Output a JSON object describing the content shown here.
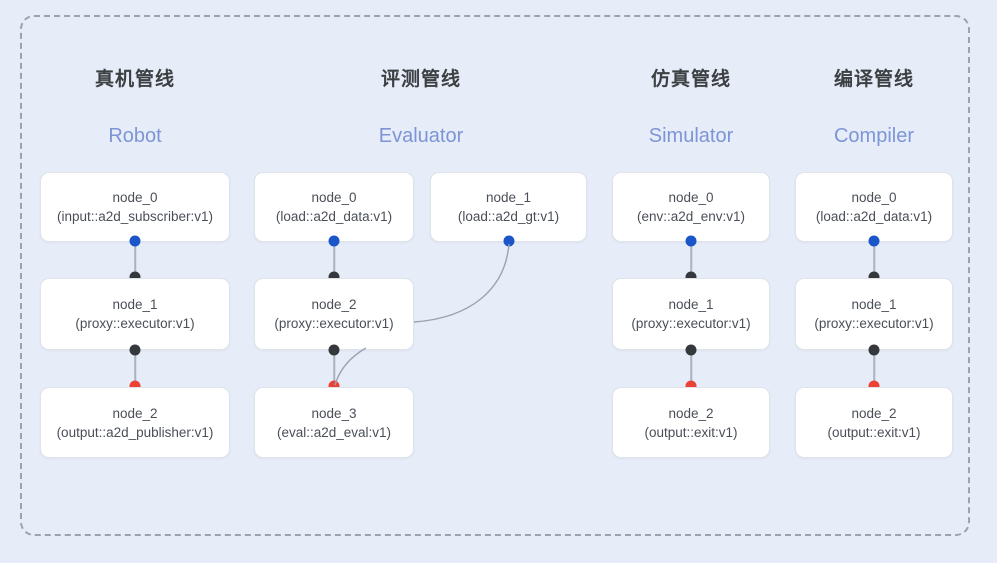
{
  "diagram": {
    "frame_style": "dashed",
    "background_color": "#e6ecf8",
    "card_color": "#ffffff",
    "accent_blue": "#1a56c9",
    "accent_red": "#ea4335",
    "accent_black": "#35383d",
    "subtitle_color": "#7d95d6",
    "title_color": "#3c4043"
  },
  "columns": [
    {
      "title_cn": "真机管线",
      "title_en": "Robot",
      "nodes": [
        {
          "name": "node_0",
          "type": "(input::a2d_subscriber:v1)"
        },
        {
          "name": "node_1",
          "type": "(proxy::executor:v1)"
        },
        {
          "name": "node_2",
          "type": "(output::a2d_publisher:v1)"
        }
      ]
    },
    {
      "title_cn": "评测管线",
      "title_en": "Evaluator",
      "nodes": [
        {
          "name": "node_0",
          "type": "(load::a2d_data:v1)"
        },
        {
          "name": "node_1",
          "type": "(load::a2d_gt:v1)"
        },
        {
          "name": "node_2",
          "type": "(proxy::executor:v1)"
        },
        {
          "name": "node_3",
          "type": "(eval::a2d_eval:v1)"
        }
      ]
    },
    {
      "title_cn": "仿真管线",
      "title_en": "Simulator",
      "nodes": [
        {
          "name": "node_0",
          "type": "(env::a2d_env:v1)"
        },
        {
          "name": "node_1",
          "type": "(proxy::executor:v1)"
        },
        {
          "name": "node_2",
          "type": "(output::exit:v1)"
        }
      ]
    },
    {
      "title_cn": "编译管线",
      "title_en": "Compiler",
      "nodes": [
        {
          "name": "node_0",
          "type": "(load::a2d_data:v1)"
        },
        {
          "name": "node_1",
          "type": "(proxy::executor:v1)"
        },
        {
          "name": "node_2",
          "type": "(output::exit:v1)"
        }
      ]
    }
  ]
}
